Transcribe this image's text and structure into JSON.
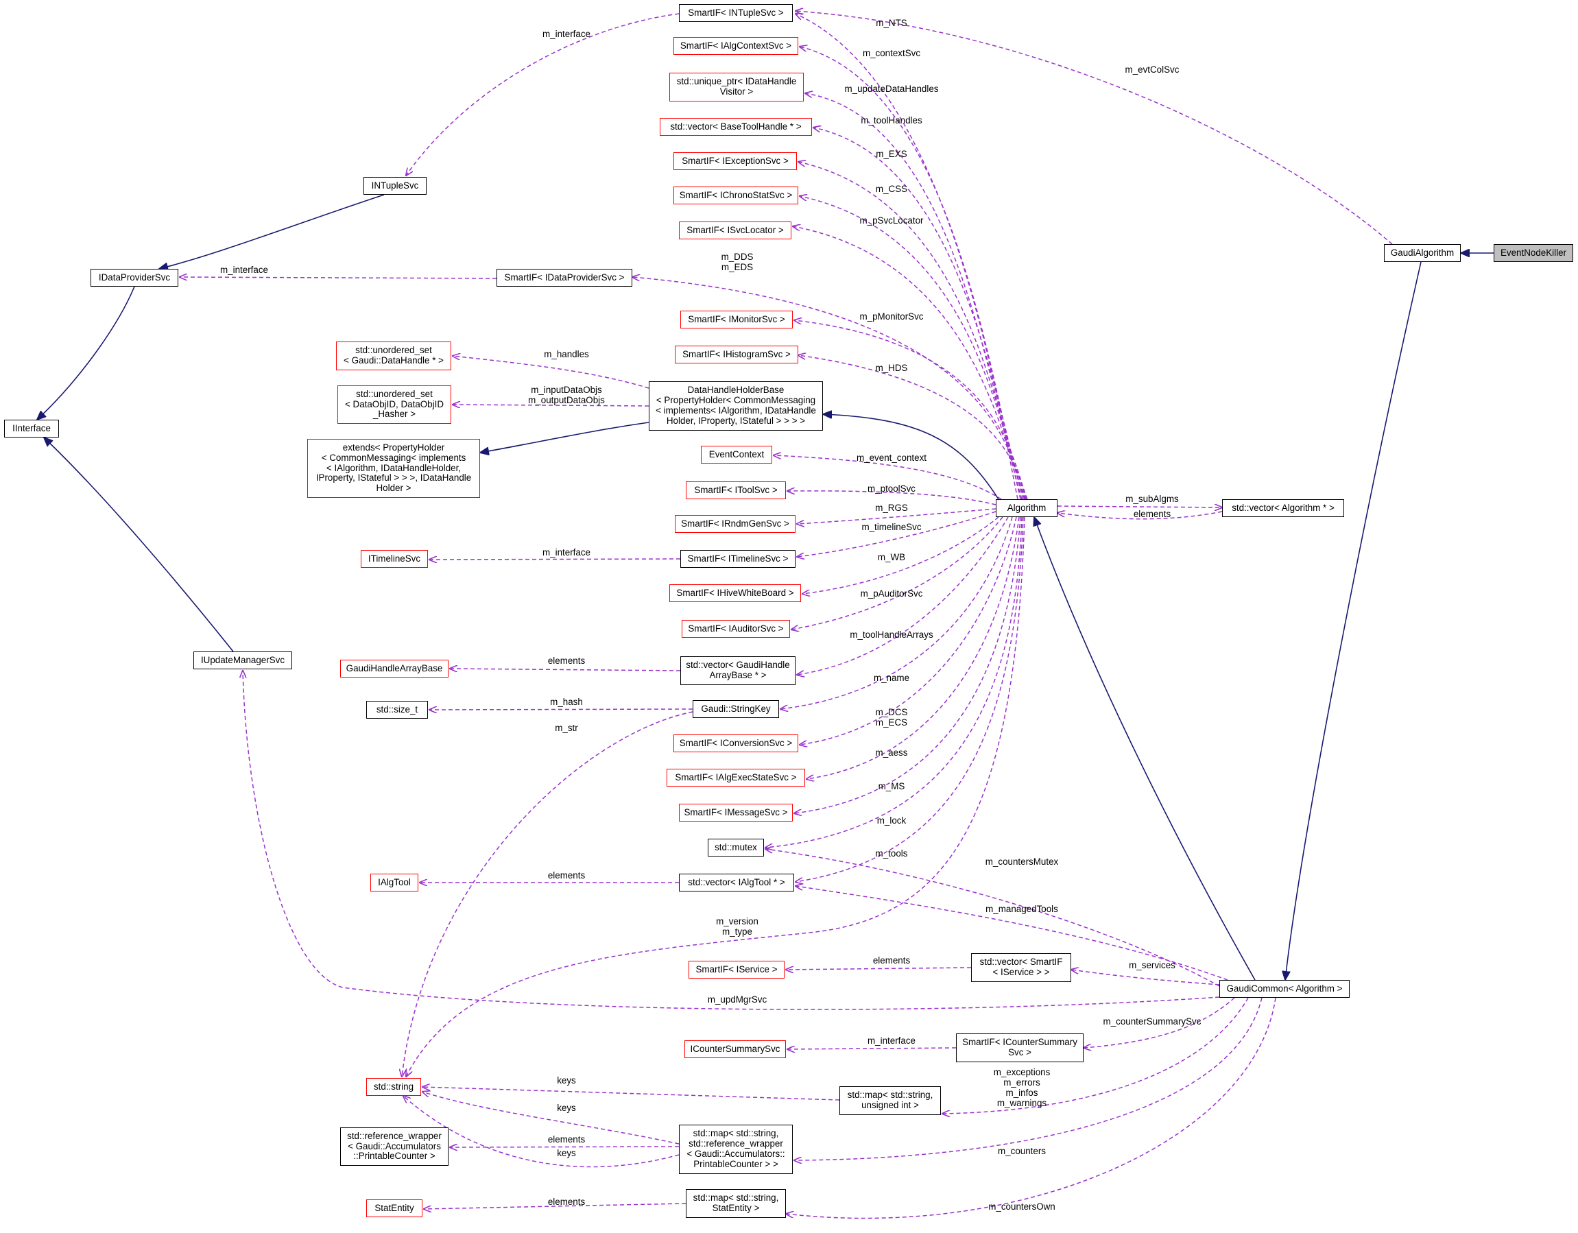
{
  "nodes": {
    "intuple_smart": "SmartIF< INTupleSvc >",
    "algcontext_smart": "SmartIF< IAlgContextSvc >",
    "unique_ptr": "std::unique_ptr< IDataHandle\nVisitor >",
    "vec_basetool": "std::vector< BaseToolHandle * >",
    "exception_smart": "SmartIF< IExceptionSvc >",
    "chrono_smart": "SmartIF< IChronoStatSvc >",
    "svcloc_smart": "SmartIF< ISvcLocator >",
    "intuplesvc": "INTupleSvc",
    "dataprovider_smart": "SmartIF< IDataProviderSvc >",
    "idataprovidersvc": "IDataProviderSvc",
    "monitor_smart": "SmartIF< IMonitorSvc >",
    "histogram_smart": "SmartIF< IHistogramSvc >",
    "unordered_set_dh": "std::unordered_set\n< Gaudi::DataHandle * >",
    "unordered_set_objid": "std::unordered_set\n< DataObjID, DataObjID\n_Hasher >",
    "datahandleholder": "DataHandleHolderBase\n< PropertyHolder< CommonMessaging\n< implements< IAlgorithm, IDataHandle\nHolder, IProperty, IStateful > > > >",
    "extends": "extends< PropertyHolder\n< CommonMessaging< implements\n< IAlgorithm, IDataHandleHolder,\n IProperty, IStateful > > >, IDataHandle\nHolder >",
    "iinterface": "IInterface",
    "eventcontext": "EventContext",
    "toolsvc_smart": "SmartIF< IToolSvc >",
    "rndm_smart": "SmartIF< IRndmGenSvc >",
    "algorithm": "Algorithm",
    "vec_algorithm": "std::vector< Algorithm * >",
    "itimelinesvc": "ITimelineSvc",
    "timeline_smart": "SmartIF< ITimelineSvc >",
    "hive_smart": "SmartIF< IHiveWhiteBoard >",
    "auditor_smart": "SmartIF< IAuditorSvc >",
    "iupdatemanagersvc": "IUpdateManagerSvc",
    "gaudihandlearraybase": "GaudiHandleArrayBase",
    "vec_gaudihandle": "std::vector< GaudiHandle\nArrayBase * >",
    "size_t": "std::size_t",
    "stringkey": "Gaudi::StringKey",
    "conversion_smart": "SmartIF< IConversionSvc >",
    "execstate_smart": "SmartIF< IAlgExecStateSvc >",
    "message_smart": "SmartIF< IMessageSvc >",
    "mutex": "std::mutex",
    "ialgtool": "IAlgTool",
    "vec_algtool": "std::vector< IAlgTool * >",
    "service_smart": "SmartIF< IService >",
    "vec_smartif_service": "std::vector< SmartIF\n< IService > >",
    "gaudicommon": "GaudiCommon< Algorithm >",
    "icountersummarysvc": "ICounterSummarySvc",
    "countersummary_smart": "SmartIF< ICounterSummary\nSvc >",
    "std_string": "std::string",
    "map_string_uint": "std::map< std::string,\n unsigned int >",
    "reference_wrapper": "std::reference_wrapper\n< Gaudi::Accumulators\n::PrintableCounter >",
    "map_string_refwrap": "std::map< std::string,\n std::reference_wrapper\n< Gaudi::Accumulators::\nPrintableCounter > >",
    "statentity": "StatEntity",
    "map_string_statentity": "std::map< std::string,\n StatEntity >",
    "gaudialgorithm": "GaudiAlgorithm",
    "eventnodekiller": "EventNodeKiller"
  },
  "edge_labels": {
    "m_interface_ntuple": "m_interface",
    "m_NTS": "m_NTS",
    "m_evtColSvc": "m_evtColSvc",
    "m_contextSvc": "m_contextSvc",
    "m_updateDataHandles": "m_updateDataHandles",
    "m_toolHandles": "m_toolHandles",
    "m_EXS": "m_EXS",
    "m_CSS": "m_CSS",
    "m_pSvcLocator": "m_pSvcLocator",
    "m_interface_dp": "m_interface",
    "m_DDS_EDS": "m_DDS\nm_EDS",
    "m_pMonitorSvc": "m_pMonitorSvc",
    "m_handles": "m_handles",
    "m_HDS": "m_HDS",
    "m_inout": "m_inputDataObjs\nm_outputDataObjs",
    "m_event_context": "m_event_context",
    "m_ptoolSvc": "m_ptoolSvc",
    "m_subAlgms": "m_subAlgms",
    "elements_alg": "elements",
    "m_RGS": "m_RGS",
    "m_timelineSvc": "m_timelineSvc",
    "m_interface_tl": "m_interface",
    "m_WB": "m_WB",
    "m_pAuditorSvc": "m_pAuditorSvc",
    "m_toolHandleArrays": "m_toolHandleArrays",
    "elements_gh": "elements",
    "m_name": "m_name",
    "m_hash": "m_hash",
    "m_str": "m_str",
    "m_DCS_ECS": "m_DCS\nm_ECS",
    "m_aess": "m_aess",
    "m_MS": "m_MS",
    "m_lock": "m_lock",
    "m_tools": "m_tools",
    "m_countersMutex": "m_countersMutex",
    "elements_tool": "elements",
    "m_managedTools": "m_managedTools",
    "m_version_type": "m_version\nm_type",
    "elements_svc": "elements",
    "m_services": "m_services",
    "m_updMgrSvc": "m_updMgrSvc",
    "m_counterSummarySvc": "m_counterSummarySvc",
    "m_interface_cs": "m_interface",
    "m_exc": "m_exceptions\nm_errors\nm_infos\nm_warnings",
    "keys1": "keys",
    "keys2": "keys",
    "elements_ref": "elements",
    "keys3": "keys",
    "m_counters": "m_counters",
    "elements_stat": "elements",
    "m_countersOwn": "m_countersOwn"
  }
}
